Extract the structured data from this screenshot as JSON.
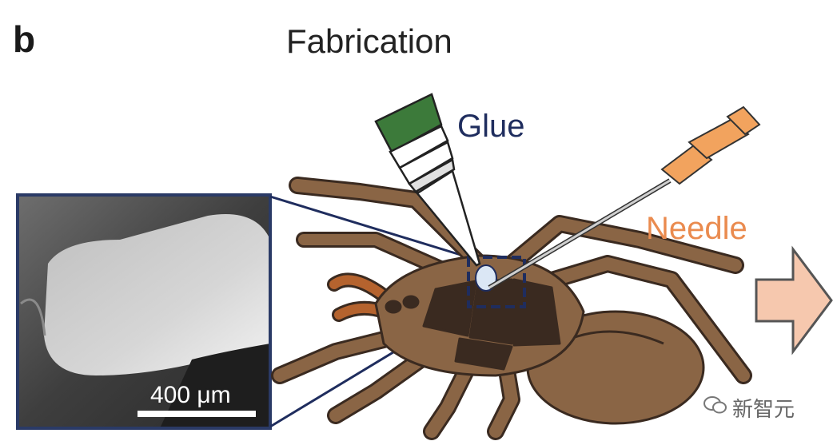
{
  "panel": {
    "letter": "b",
    "title": "Fabrication"
  },
  "labels": {
    "glue": "Glue",
    "needle": "Needle"
  },
  "inset": {
    "scale_bar_label": "400 μm"
  },
  "watermark": {
    "text": "新智元",
    "icon": "wechat-icon"
  },
  "colors": {
    "glue_label": "#1f2d5e",
    "needle_label": "#ea8b4f",
    "spider_body": "#8a6545",
    "spider_dark": "#3a2a20",
    "arrow_fill": "#f6c8ae",
    "inset_frame": "#2a3a66",
    "glue_cap": "#3c7a3a"
  }
}
